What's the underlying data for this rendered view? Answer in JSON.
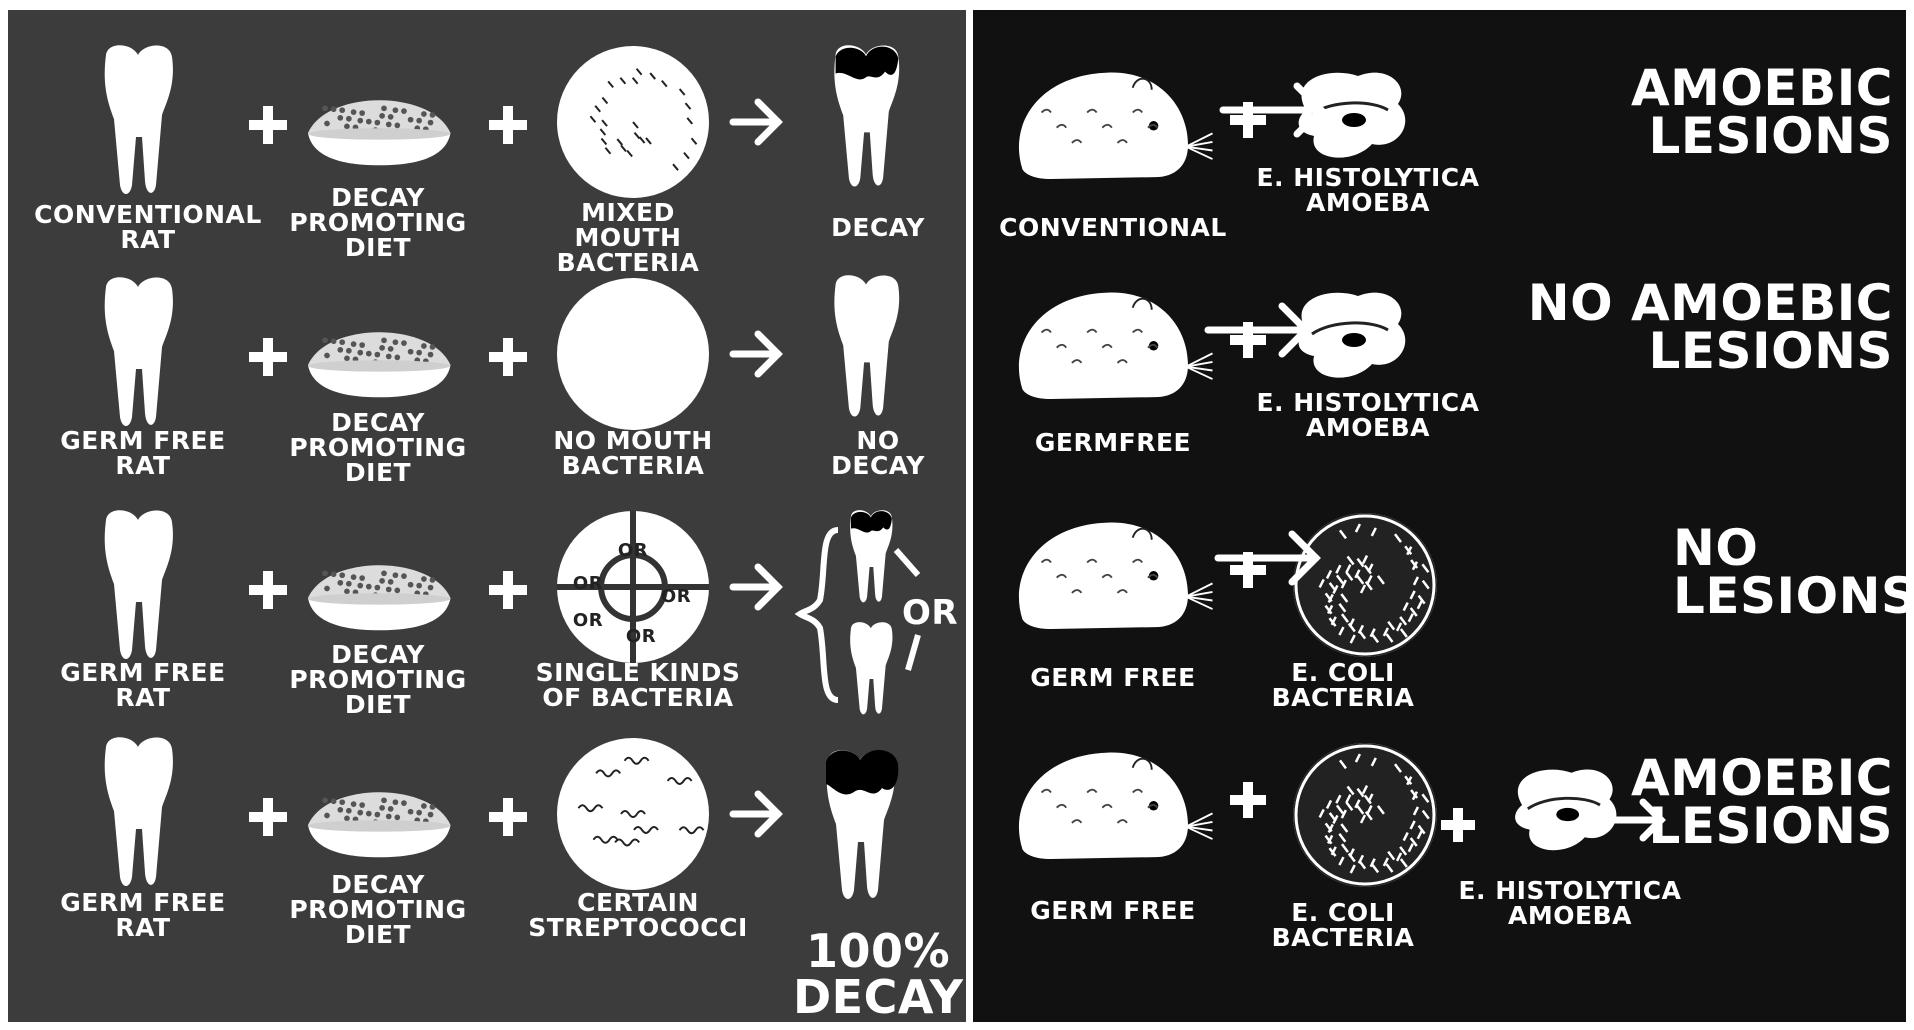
{
  "left": {
    "rows": [
      {
        "rat": "CONVENTIONAL\nRAT",
        "diet": "DECAY\nPROMOTING\nDIET",
        "bacteria": "MIXED MOUTH\nBACTERIA",
        "result": "DECAY"
      },
      {
        "rat": "GERM FREE\nRAT",
        "diet": "DECAY\nPROMOTING\nDIET",
        "bacteria": "NO MOUTH\nBACTERIA",
        "result": "NO\nDECAY"
      },
      {
        "rat": "GERM FREE\nRAT",
        "diet": "DECAY\nPROMOTING\nDIET",
        "bacteria": "SINGLE KINDS\nOF BACTERIA",
        "result": "OR"
      },
      {
        "rat": "GERM FREE\nRAT",
        "diet": "DECAY\nPROMOTING\nDIET",
        "bacteria": "CERTAIN\nSTREPTOCOCCI",
        "result": "100%\nDECAY"
      }
    ],
    "or_segments": [
      "OR",
      "OR",
      "OR",
      "OR",
      "OR"
    ]
  },
  "right": {
    "rows": [
      {
        "animal": "CONVENTIONAL",
        "agent": "E. HISTOLYTICA\nAMOEBA",
        "result": "AMOEBIC\nLESIONS"
      },
      {
        "animal": "GERMFREE",
        "agent": "E. HISTOLYTICA\nAMOEBA",
        "result": "NO AMOEBIC\nLESIONS"
      },
      {
        "animal": "GERM FREE",
        "agent": "E. COLI\nBACTERIA",
        "result": "NO\nLESIONS"
      },
      {
        "animal": "GERM FREE",
        "agent": "E. COLI\nBACTERIA",
        "agent2": "E. HISTOLYTICA\nAMOEBA",
        "result": "AMOEBIC\nLESIONS"
      }
    ]
  },
  "colors": {
    "left_bg": "#3c3c3c",
    "right_bg": "#111111",
    "ink": "#ffffff",
    "decay": "#000000"
  }
}
